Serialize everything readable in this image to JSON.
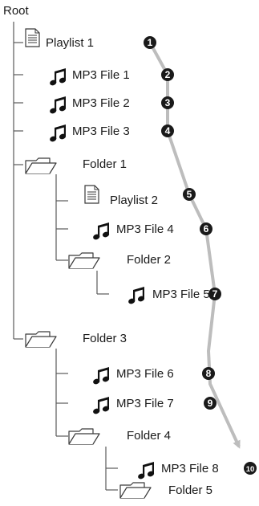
{
  "root": {
    "label": "Root"
  },
  "nodes": [
    {
      "id": "n1",
      "type": "playlist",
      "label": "Playlist 1",
      "order": "1"
    },
    {
      "id": "n2",
      "type": "mp3",
      "label": "MP3 File 1",
      "order": "2"
    },
    {
      "id": "n3",
      "type": "mp3",
      "label": "MP3 File 2",
      "order": "3"
    },
    {
      "id": "n4",
      "type": "mp3",
      "label": "MP3 File 3",
      "order": "4"
    },
    {
      "id": "n5",
      "type": "folder",
      "label": "Folder 1",
      "order": null
    },
    {
      "id": "n6",
      "type": "playlist",
      "label": "Playlist 2",
      "order": "5"
    },
    {
      "id": "n7",
      "type": "mp3",
      "label": "MP3 File 4",
      "order": "6"
    },
    {
      "id": "n8",
      "type": "folder",
      "label": "Folder 2",
      "order": null
    },
    {
      "id": "n9",
      "type": "mp3",
      "label": "MP3 File 5",
      "order": "7"
    },
    {
      "id": "n10",
      "type": "folder",
      "label": "Folder 3",
      "order": null
    },
    {
      "id": "n11",
      "type": "mp3",
      "label": "MP3 File 6",
      "order": "8"
    },
    {
      "id": "n12",
      "type": "mp3",
      "label": "MP3 File 7",
      "order": "9"
    },
    {
      "id": "n13",
      "type": "folder",
      "label": "Folder 4",
      "order": null
    },
    {
      "id": "n14",
      "type": "mp3",
      "label": "MP3 File 8",
      "order": "10"
    },
    {
      "id": "n15",
      "type": "folder",
      "label": "Folder 5",
      "order": null
    }
  ],
  "colors": {
    "tree_line": "#5a5a5a",
    "playback_path": "#bdbdbd",
    "badge_fill": "#1a1a1a",
    "badge_text": "#ffffff",
    "icon_stroke": "#3a3a3a"
  }
}
